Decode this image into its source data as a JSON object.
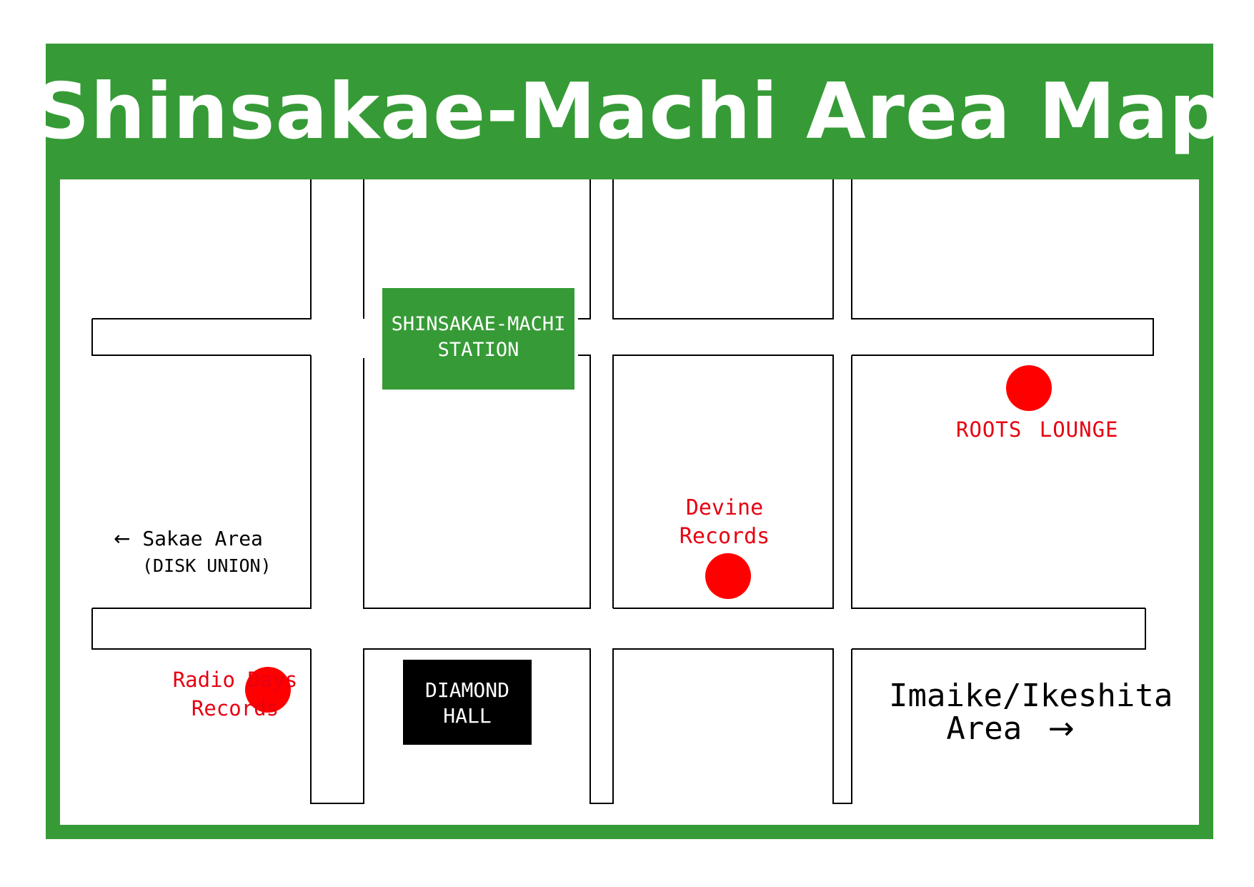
{
  "title": "Shinsakae-Machi Area Map",
  "colors": {
    "frame_green": "#369b36",
    "marker_red": "#ff0000",
    "label_red": "#e60012",
    "hall_black": "#000000",
    "street_line": "#000000"
  },
  "station": {
    "line1": "SHINSAKAE-MACHI",
    "line2": "STATION"
  },
  "hall": {
    "line1": "DIAMOND",
    "line2": "HALL"
  },
  "markers": {
    "roots_lounge": {
      "label": "ROOTS LOUNGE"
    },
    "devine_records": {
      "line1": "Devine",
      "line2": "Records"
    },
    "radio_days": {
      "line1": "Radio Days",
      "line2": "Records"
    }
  },
  "directions": {
    "sakae": {
      "arrow": "←",
      "line1": "Sakae Area",
      "line2": "(DISK UNION)"
    },
    "imaike": {
      "line1": "Imaike/Ikeshita",
      "line2": "Area",
      "arrow": "→"
    }
  }
}
